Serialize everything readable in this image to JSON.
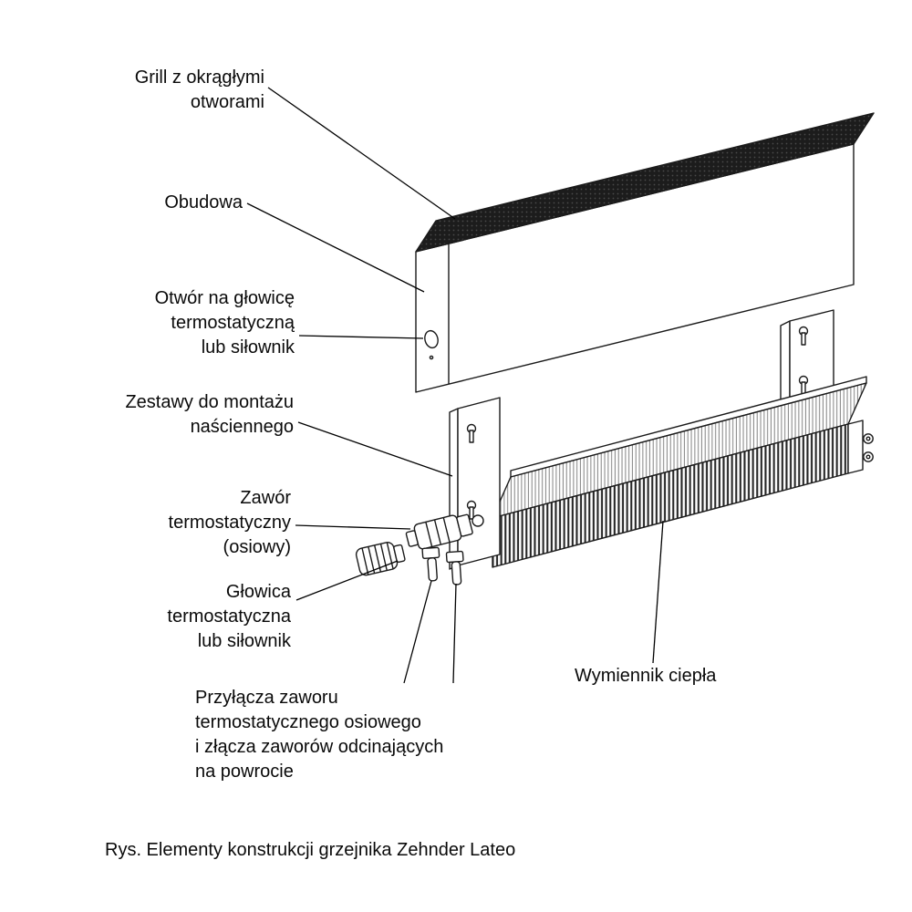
{
  "diagram": {
    "labels": {
      "grill": "Grill z okrągłymi\notworami",
      "housing": "Obudowa",
      "head_opening": "Otwór na głowicę\ntermostatyczną\nlub siłownik",
      "wall_kits": "Zestawy do montażu\nnaściennego",
      "valve": "Zawór\ntermostatyczny\n(osiowy)",
      "head": "Głowica\ntermostatyczna\nlub siłownik",
      "connections": "Przyłącza zaworu\ntermostatycznego osiowego\ni złącza zaworów odcinających\nna powrocie",
      "heat_exchanger": "Wymiennik ciepła"
    },
    "caption": "Rys. Elementy konstrukcji grzejnika Zehnder Lateo",
    "colors": {
      "outline": "#1a1a1a",
      "grill_dark": "#1c1c1c",
      "background": "#ffffff"
    }
  }
}
